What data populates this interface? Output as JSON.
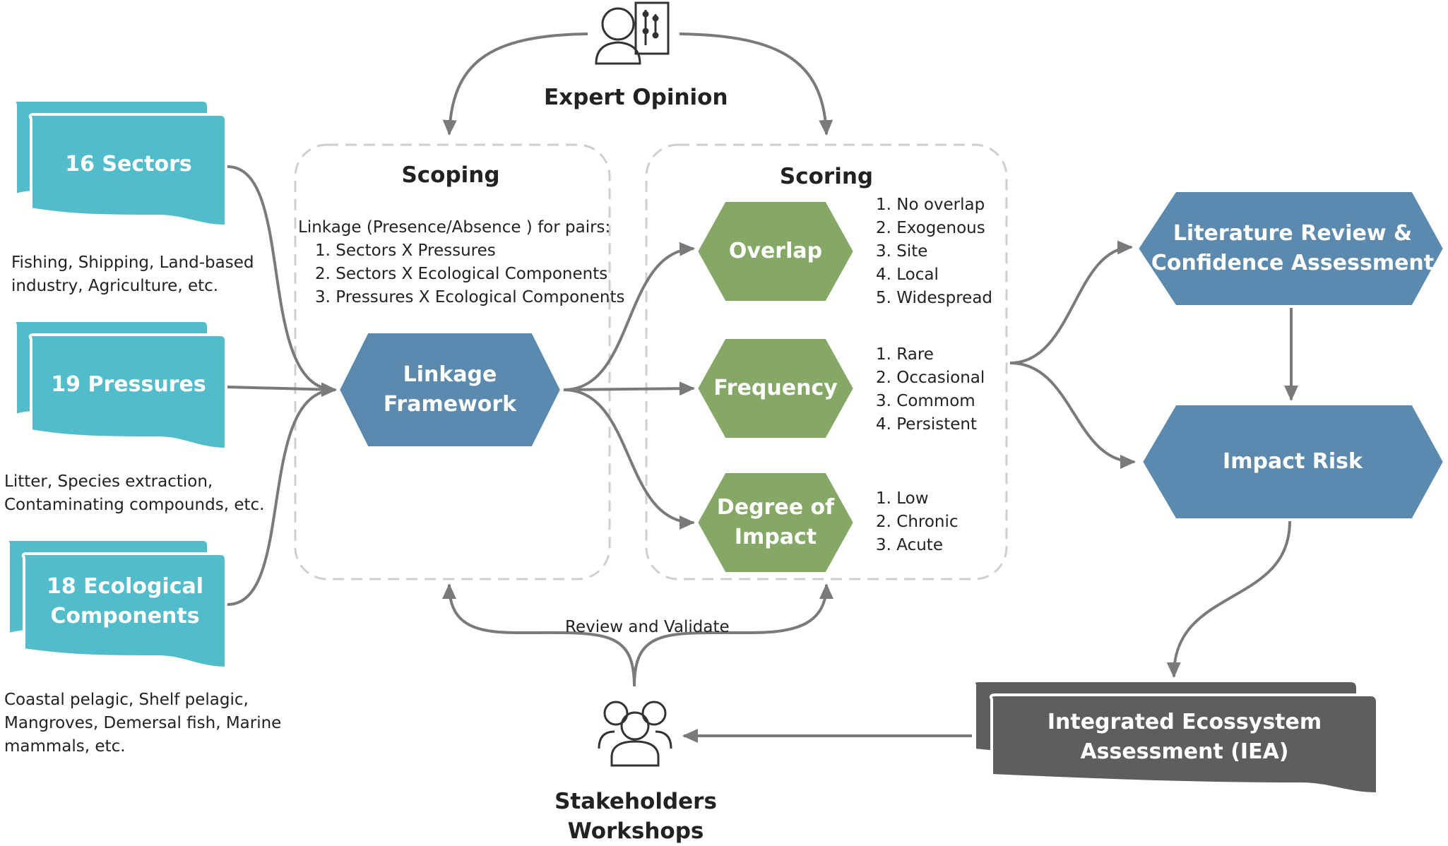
{
  "expert_opinion": {
    "label": "Expert Opinion",
    "icon": "expert-ai-icon"
  },
  "stakeholders": {
    "label_line1": "Stakeholders",
    "label_line2": "Workshops",
    "icon": "group-people-icon"
  },
  "review_validate": "Review and Validate",
  "sources": [
    {
      "label_line1": "16 Sectors",
      "label_line2": "",
      "desc_line1": "Fishing, Shipping, Land-based",
      "desc_line2": "industry, Agriculture, etc.",
      "desc_line3": ""
    },
    {
      "label_line1": "19 Pressures",
      "label_line2": "",
      "desc_line1": "Litter, Species extraction,",
      "desc_line2": "Contaminating compounds, etc.",
      "desc_line3": ""
    },
    {
      "label_line1": "18 Ecological",
      "label_line2": "Components",
      "desc_line1": "Coastal pelagic, Shelf pelagic,",
      "desc_line2": "Mangroves, Demersal fish, Marine",
      "desc_line3": "mammals, etc."
    }
  ],
  "scoping": {
    "title": "Scoping",
    "intro": "Linkage (Presence/Absence ) for pairs:",
    "items": [
      "1. Sectors X Pressures",
      "2. Sectors X Ecological Components",
      "3. Pressures X Ecological Components"
    ],
    "node_line1": "Linkage",
    "node_line2": "Framework"
  },
  "scoring": {
    "title": "Scoring",
    "nodes": [
      {
        "label_line1": "Overlap",
        "label_line2": "",
        "scale": [
          "1. No overlap",
          "2. Exogenous",
          "3. Site",
          "4. Local",
          "5. Widespread"
        ]
      },
      {
        "label_line1": "Frequency",
        "label_line2": "",
        "scale": [
          "1. Rare",
          "2. Occasional",
          "3. Commom",
          "4. Persistent"
        ]
      },
      {
        "label_line1": "Degree of",
        "label_line2": "Impact",
        "scale": [
          "1. Low",
          "2. Chronic",
          "3. Acute"
        ]
      }
    ]
  },
  "outputs": {
    "literature_line1": "Literature Review &",
    "literature_line2": "Confidence Assessment",
    "impact_risk": "Impact Risk",
    "iea_line1": "Integrated Ecossystem",
    "iea_line2": "Assessment (IEA)"
  },
  "colors": {
    "teal": "#52bccb",
    "blue": "#5b8aae",
    "green": "#86a866",
    "dark": "#5e5e5e",
    "arrow": "#7a7a7a",
    "dash": "#cfcfcf"
  }
}
